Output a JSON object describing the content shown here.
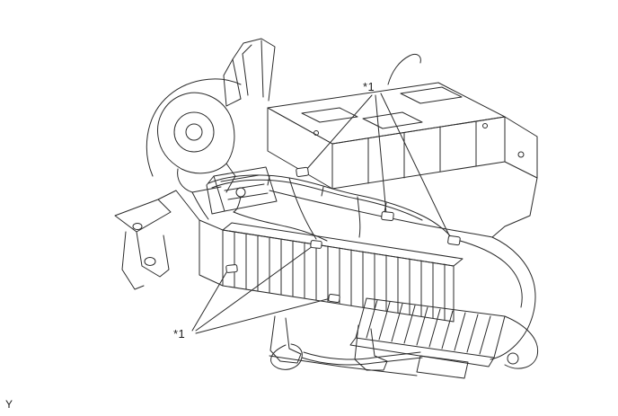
{
  "figure": {
    "background": "#ffffff",
    "line_color": "#2b2b2b",
    "corner_label": "Y",
    "callouts": [
      {
        "id": "top",
        "label": "*1"
      },
      {
        "id": "bottom-left",
        "label": "*1"
      }
    ]
  }
}
